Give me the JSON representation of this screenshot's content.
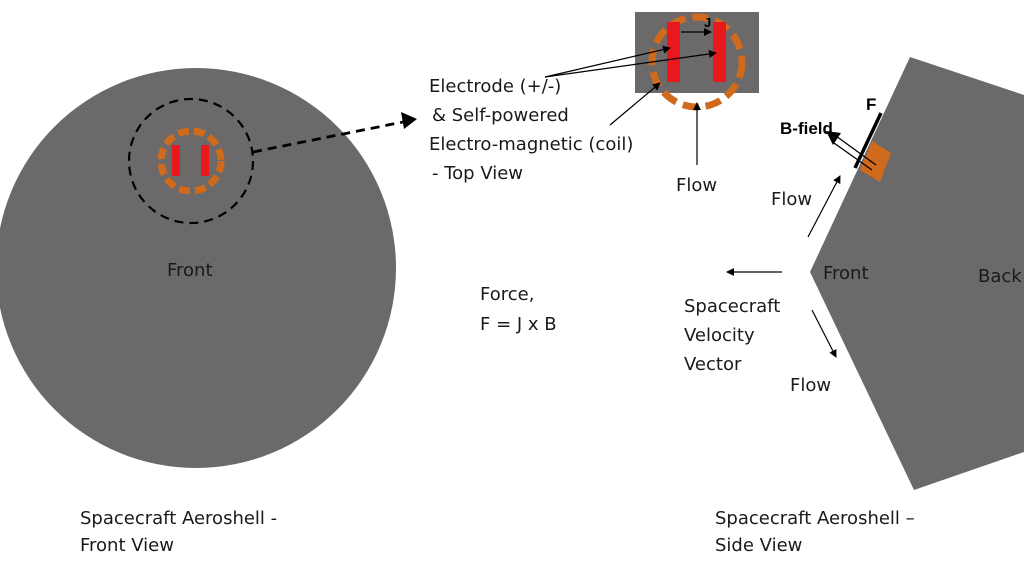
{
  "labels": {
    "front_circle": "Front",
    "electrode_line1": "Electrode (+/-)",
    "electrode_line2": "& Self-powered",
    "electrode_line3": "Electro-magnetic (coil)",
    "electrode_line4": "- Top View",
    "current_symbol": "J",
    "flow_top_view": "Flow",
    "force_line1": "Force,",
    "force_line2": "F = J x B",
    "force_symbol": "F",
    "b_field": "B-field",
    "flow_upper": "Flow",
    "flow_lower": "Flow",
    "front_side": "Front",
    "back_side": "Back",
    "velocity_line1": "Spacecraft",
    "velocity_line2": "Velocity",
    "velocity_line3": "Vector",
    "front_view_caption_line1": "Spacecraft Aeroshell -",
    "front_view_caption_line2": "Front View",
    "side_view_caption_line1": "Spacecraft Aeroshell –",
    "side_view_caption_line2": "Side View"
  },
  "colors": {
    "aeroshell": "#6b6969",
    "electrode": "#e8181c",
    "coil": "#d06a1c",
    "line": "#000000"
  }
}
